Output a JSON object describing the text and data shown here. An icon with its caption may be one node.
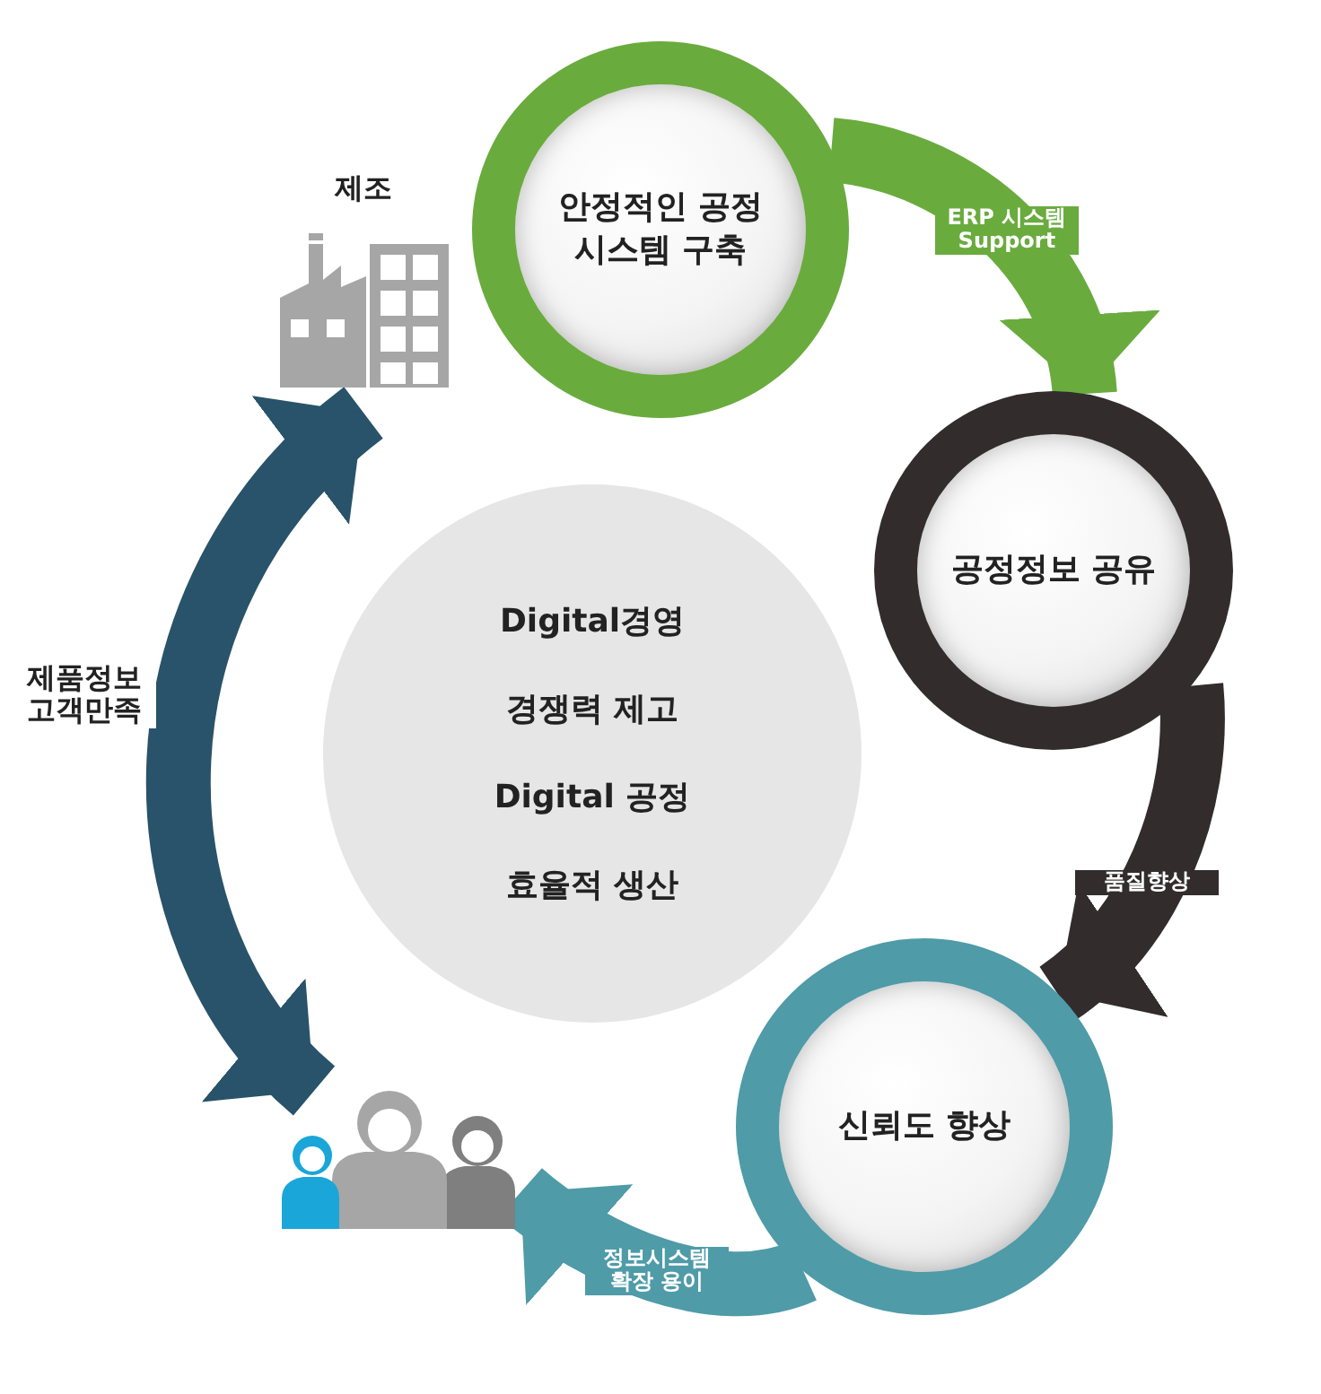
{
  "diagram": {
    "nodes": [
      {
        "text": [
          "안정적인 공정 시스템 구축"
        ]
      },
      {
        "text": [
          "공정정보 공유"
        ]
      },
      {
        "text": [
          "신뢰도 향상"
        ]
      },
      {
        "text": [
          "Digital경영",
          "경쟁력 제고",
          "Digital 공정",
          "효율적 생산"
        ]
      },
      {
        "text": [
          "제조"
        ]
      },
      {
        "text": [],
        "shape": "person"
      }
    ],
    "edges": [
      {
        "from": 0,
        "to": 1,
        "arrow": "to",
        "label": "ERP 시스템 Support",
        "color": "#6aab3e"
      },
      {
        "from": 1,
        "to": 2,
        "arrow": "to",
        "label": "품질향상",
        "color": "#322c2d"
      },
      {
        "from": 2,
        "to": 5,
        "arrow": "to",
        "label": "정보시스템 확장 용이",
        "color": "#4f9ba8"
      },
      {
        "from": 5,
        "to": 4,
        "arrow": "both",
        "label": "제품정보 고객만족",
        "color": "#28536a"
      }
    ]
  }
}
